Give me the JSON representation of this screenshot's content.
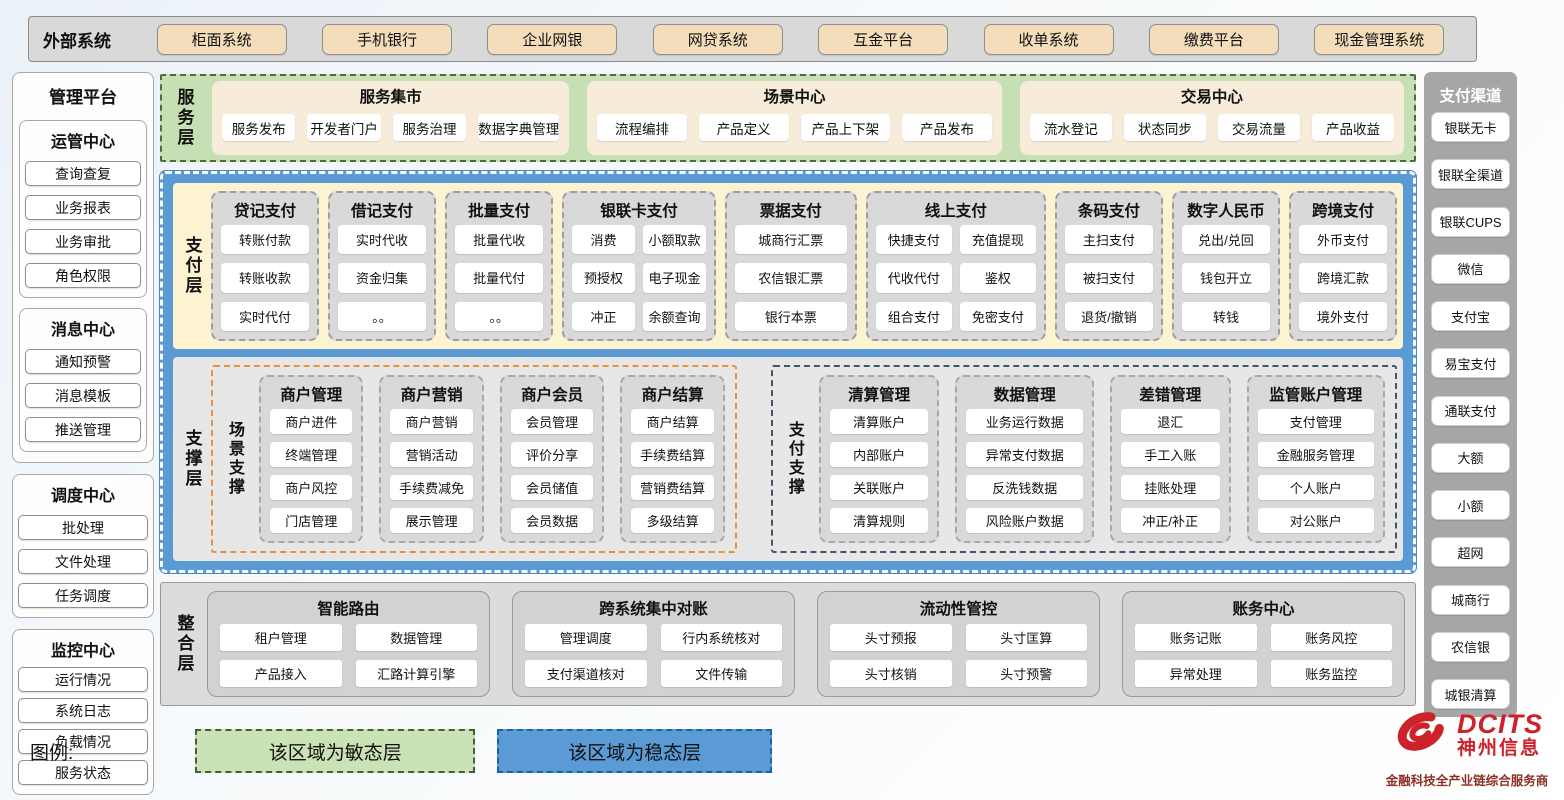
{
  "external_systems": {
    "label": "外部系统",
    "items": [
      "柜面系统",
      "手机银行",
      "企业网银",
      "网贷系统",
      "互金平台",
      "收单系统",
      "缴费平台",
      "现金管理系统"
    ]
  },
  "management_platform": {
    "title": "管理平台",
    "sections": [
      {
        "title": "运管中心",
        "items": [
          "查询查复",
          "业务报表",
          "业务审批",
          "角色权限"
        ]
      },
      {
        "title": "消息中心",
        "items": [
          "通知预警",
          "消息模板",
          "推送管理"
        ]
      },
      {
        "title": "调度中心",
        "items": [
          "批处理",
          "文件处理",
          "任务调度"
        ]
      },
      {
        "title": "监控中心",
        "items": [
          "运行情况",
          "系统日志",
          "负载情况",
          "服务状态"
        ]
      }
    ]
  },
  "service_layer": {
    "label": "服务层",
    "panels": [
      {
        "title": "服务集市",
        "items": [
          "服务发布",
          "开发者门户",
          "服务治理",
          "数据字典管理"
        ]
      },
      {
        "title": "场景中心",
        "items": [
          "流程编排",
          "产品定义",
          "产品上下架",
          "产品发布"
        ]
      },
      {
        "title": "交易中心",
        "items": [
          "流水登记",
          "状态同步",
          "交易流量",
          "产品收益"
        ]
      }
    ]
  },
  "payment_layer": {
    "label": "支付层",
    "groups": [
      {
        "title": "贷记支付",
        "items": [
          "转账付款",
          "转账收款",
          "实时代付"
        ]
      },
      {
        "title": "借记支付",
        "items": [
          "实时代收",
          "资金归集",
          "。。"
        ]
      },
      {
        "title": "批量支付",
        "items": [
          "批量代收",
          "批量代付",
          "。。"
        ]
      },
      {
        "title": "银联卡支付",
        "items": [
          "消费",
          "小额取款",
          "预授权",
          "电子现金",
          "冲正",
          "余额查询"
        ]
      },
      {
        "title": "票据支付",
        "items": [
          "城商行汇票",
          "农信银汇票",
          "银行本票"
        ]
      },
      {
        "title": "线上支付",
        "items": [
          "快捷支付",
          "充值提现",
          "代收代付",
          "鉴权",
          "组合支付",
          "免密支付"
        ]
      },
      {
        "title": "条码支付",
        "items": [
          "主扫支付",
          "被扫支付",
          "退货/撤销"
        ]
      },
      {
        "title": "数字人民币",
        "items": [
          "兑出/兑回",
          "钱包开立",
          "转钱"
        ]
      },
      {
        "title": "跨境支付",
        "items": [
          "外币支付",
          "跨境汇款",
          "境外支付"
        ]
      }
    ]
  },
  "support_layer": {
    "label": "支撑层",
    "zones": [
      {
        "label": "场景支撑",
        "groups": [
          {
            "title": "商户管理",
            "items": [
              "商户进件",
              "终端管理",
              "商户风控",
              "门店管理"
            ]
          },
          {
            "title": "商户营销",
            "items": [
              "商户营销",
              "营销活动",
              "手续费减免",
              "展示管理"
            ]
          },
          {
            "title": "商户会员",
            "items": [
              "会员管理",
              "评价分享",
              "会员储值",
              "会员数据"
            ]
          },
          {
            "title": "商户结算",
            "items": [
              "商户结算",
              "手续费结算",
              "营销费结算",
              "多级结算"
            ]
          }
        ]
      },
      {
        "label": "支付支撑",
        "groups": [
          {
            "title": "清算管理",
            "items": [
              "清算账户",
              "内部账户",
              "关联账户",
              "清算规则"
            ]
          },
          {
            "title": "数据管理",
            "items": [
              "业务运行数据",
              "异常支付数据",
              "反洗钱数据",
              "风险账户数据"
            ]
          },
          {
            "title": "差错管理",
            "items": [
              "退汇",
              "手工入账",
              "挂账处理",
              "冲正/补正"
            ]
          },
          {
            "title": "监管账户管理",
            "items": [
              "支付管理",
              "金融服务管理",
              "个人账户",
              "对公账户"
            ]
          }
        ]
      }
    ]
  },
  "integration_layer": {
    "label": "整合层",
    "panels": [
      {
        "title": "智能路由",
        "items": [
          "租户管理",
          "数据管理",
          "产品接入",
          "汇路计算引擎"
        ]
      },
      {
        "title": "跨系统集中对账",
        "items": [
          "管理调度",
          "行内系统核对",
          "支付渠道核对",
          "文件传输"
        ]
      },
      {
        "title": "流动性管控",
        "items": [
          "头寸预报",
          "头寸匡算",
          "头寸核销",
          "头寸预警"
        ]
      },
      {
        "title": "账务中心",
        "items": [
          "账务记账",
          "账务风控",
          "异常处理",
          "账务监控"
        ]
      }
    ]
  },
  "payment_channels": {
    "title": "支付渠道",
    "items": [
      "银联无卡",
      "银联全渠道",
      "银联CUPS",
      "微信",
      "支付宝",
      "易宝支付",
      "通联支付",
      "大额",
      "小额",
      "超网",
      "城商行",
      "农信银",
      "城银清算"
    ]
  },
  "legend": {
    "label": "图例:",
    "agile_label": "该区域为敏态层",
    "stable_label": "该区域为稳态层"
  },
  "branding": {
    "name": "DCITS",
    "chinese_name": "神州信息",
    "tagline": "金融科技全产业链综合服务商"
  },
  "colors": {
    "agile_green": "#c6dfb4",
    "stable_blue": "#5b9bd5",
    "external_tan": "#f3ddbb",
    "payment_cream": "#fdf3d0",
    "group_gray": "#d9d9d9",
    "scene_zone_orange": "#e8923f",
    "payment_zone_dark": "#44546a",
    "brand_red": "#cc2229"
  }
}
